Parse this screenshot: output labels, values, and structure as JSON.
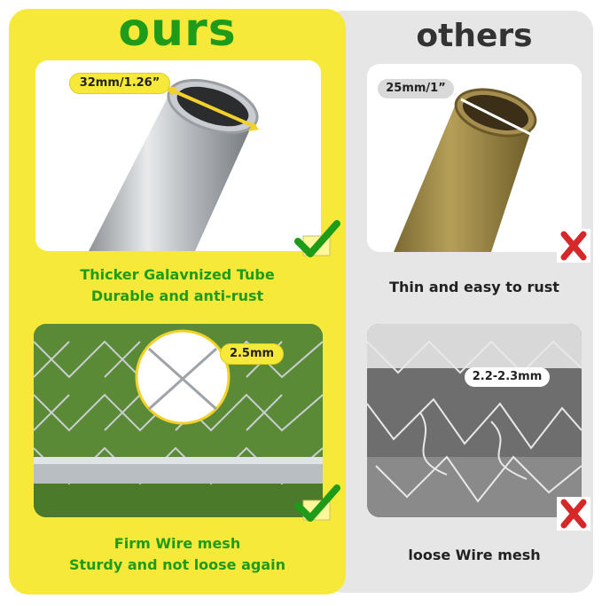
{
  "ours": {
    "title": "ours",
    "tube_label": "32mm/1.26”",
    "tube_caption_line1": "Thicker Galavnized Tube",
    "tube_caption_line2": "Durable and anti-rust",
    "mesh_label": "2.5mm",
    "mesh_caption_line1": "Firm Wire mesh",
    "mesh_caption_line2": "Sturdy and not loose again",
    "mark_icon": "check-icon"
  },
  "others": {
    "title": "others",
    "tube_label": "25mm/1”",
    "tube_caption": "Thin and easy to rust",
    "mesh_label": "2.2-2.3mm",
    "mesh_caption": "loose Wire mesh",
    "mark_icon": "cross-icon"
  },
  "colors": {
    "ours_bg": "#f7e93a",
    "others_bg": "#e6e6e6",
    "accent_green": "#1e9b18",
    "cross_red": "#d62828"
  }
}
